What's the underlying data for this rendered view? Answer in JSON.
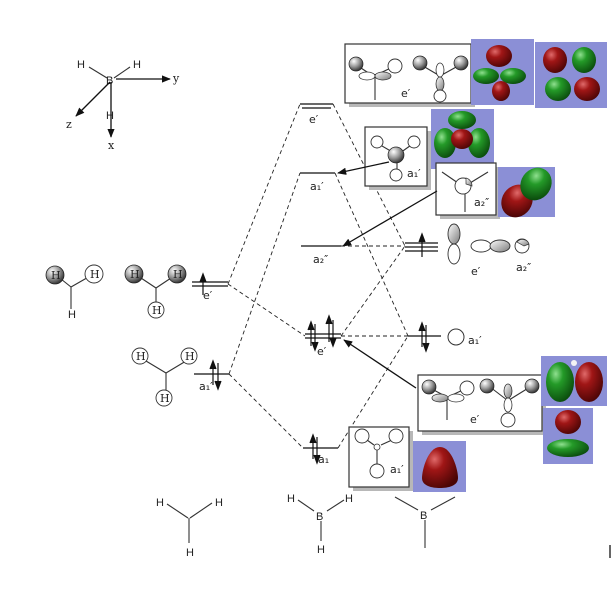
{
  "axes": {
    "atom_label": "B",
    "h_label": "H",
    "x_label": "x",
    "y_label": "y",
    "z_label": "z"
  },
  "levels": {
    "h3_e": "e′",
    "h3_a1": "a₁′",
    "mo_e_star": "e′",
    "mo_a1_star": "a₁′",
    "mo_a2": "a₂″",
    "mo_e_bond": "e′",
    "mo_a1_bond": "a₁",
    "b_e": "e′",
    "b_a2": "a₂″",
    "b_a1": "a₁′"
  },
  "boxes": {
    "top_e": "e′",
    "a1_star": "a₁′",
    "a2": "a₂″",
    "e_bond": "e′",
    "a1_bond": "a₁′"
  },
  "fragments": {
    "h": "H",
    "b": "B"
  },
  "colors": {
    "iso_background": "#8b8fd6",
    "lobe_red": "#8e0f0f",
    "lobe_green": "#1f8a22"
  }
}
